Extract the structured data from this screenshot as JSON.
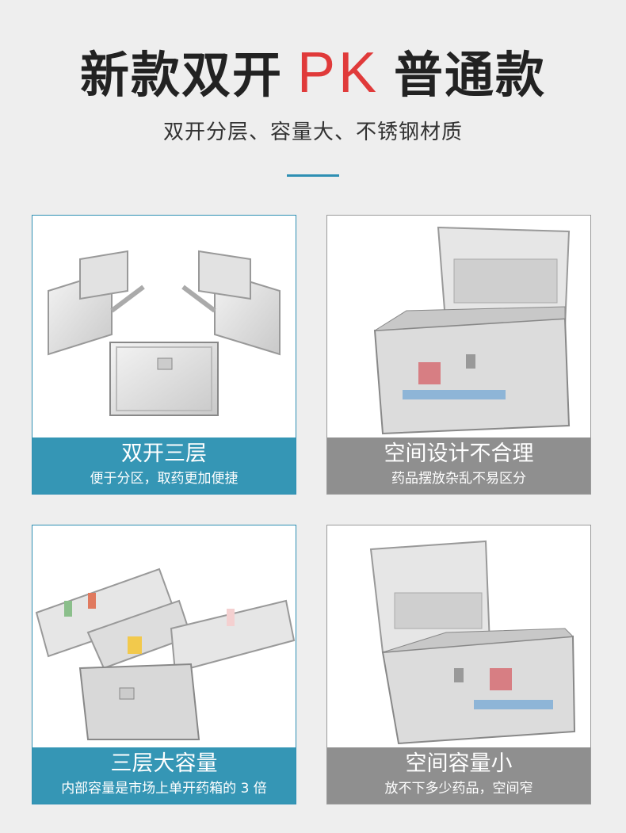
{
  "header": {
    "title_left": "新款双开",
    "title_pk": "PK",
    "title_right": "普通款",
    "subtitle": "双开分层、容量大、不锈钢材质"
  },
  "cards": [
    {
      "title": "双开三层",
      "desc": "便于分区，取药更加便捷"
    },
    {
      "title": "空间设计不合理",
      "desc": "药品摆放杂乱不易区分"
    },
    {
      "title": "三层大容量",
      "desc": "内部容量是市场上单开药箱的 3 倍"
    },
    {
      "title": "空间容量小",
      "desc": "放不下多少药品，空间窄"
    }
  ],
  "colors": {
    "accent_new": "#3596b5",
    "accent_old": "#8f8f8f",
    "pk_red": "#e03a3a",
    "background": "#eeeeee"
  }
}
